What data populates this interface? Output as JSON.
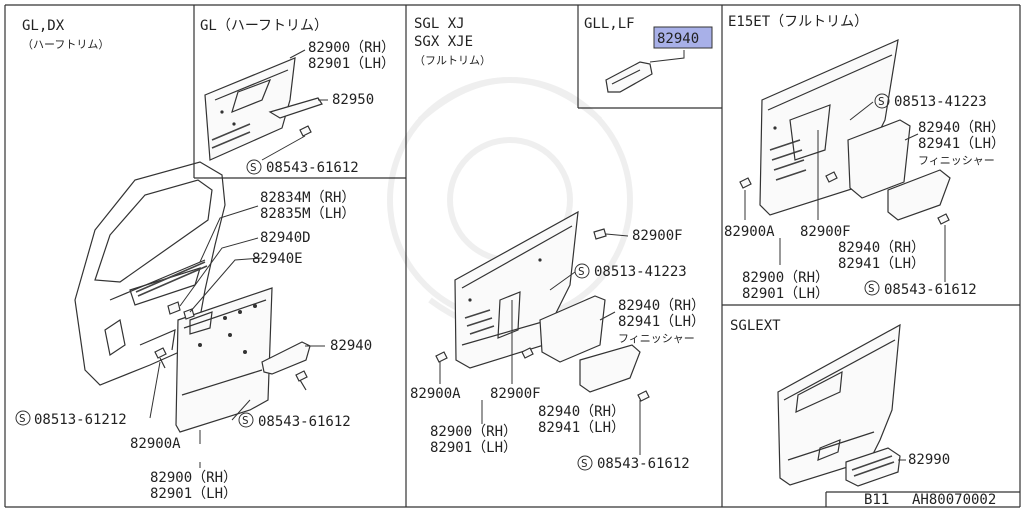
{
  "panels": {
    "gl_dx": {
      "title": "GL,DX",
      "subtitle": "（ハーフトリム）",
      "labels": {
        "rh_82834": "82834M（RH）",
        "lh_82835": "82835M（LH）",
        "p82940d": "82940D",
        "p82940e": "82940E",
        "p82940": "82940",
        "screw_08513": "08513-61212",
        "screw_08543": "08543-61612",
        "p82900a": "82900A",
        "rh_82900": "82900（RH）",
        "lh_82901": "82901（LH）"
      }
    },
    "gl_half": {
      "title": "GL（ハーフトリム）",
      "labels": {
        "rh_82900": "82900（RH）",
        "lh_82901": "82901（LH）",
        "p82950": "82950",
        "screw_08543": "08543-61612"
      }
    },
    "sgl": {
      "title1": "SGL XJ",
      "title2": "SGX XJE",
      "subtitle": "（フルトリム）",
      "labels": {
        "p82900f_top": "82900F",
        "screw_08513": "08513-41223",
        "rh_82940": "82940（RH）",
        "lh_82941": "82941（LH）",
        "finisher": "フィニッシャー",
        "p82900a": "82900A",
        "p82900f": "82900F",
        "rh_82940b": "82940（RH）",
        "lh_82941b": "82941（LH）",
        "rh_82900": "82900（RH）",
        "lh_82901": "82901（LH）",
        "screw_08543": "08543-61612"
      }
    },
    "gll_lf": {
      "title": "GLL,LF",
      "highlight": "82940",
      "highlight_color": "#a8b0e8"
    },
    "e15et": {
      "title": "E15ET（フルトリム）",
      "labels": {
        "screw_08513": "08513-41223",
        "rh_82940": "82940（RH）",
        "lh_82941": "82941（LH）",
        "finisher": "フィニッシャー",
        "p82900a": "82900A",
        "p82900f": "82900F",
        "rh_82940b": "82940（RH）",
        "lh_82941b": "82941（LH）",
        "rh_82900": "82900（RH）",
        "lh_82901": "82901（LH）",
        "screw_08543": "08543-61612"
      }
    },
    "sglext": {
      "title": "SGLEXT",
      "labels": {
        "p82990": "82990"
      }
    }
  },
  "footer": {
    "model": "B11",
    "code": "AH80070002"
  },
  "screw_symbol": "S"
}
